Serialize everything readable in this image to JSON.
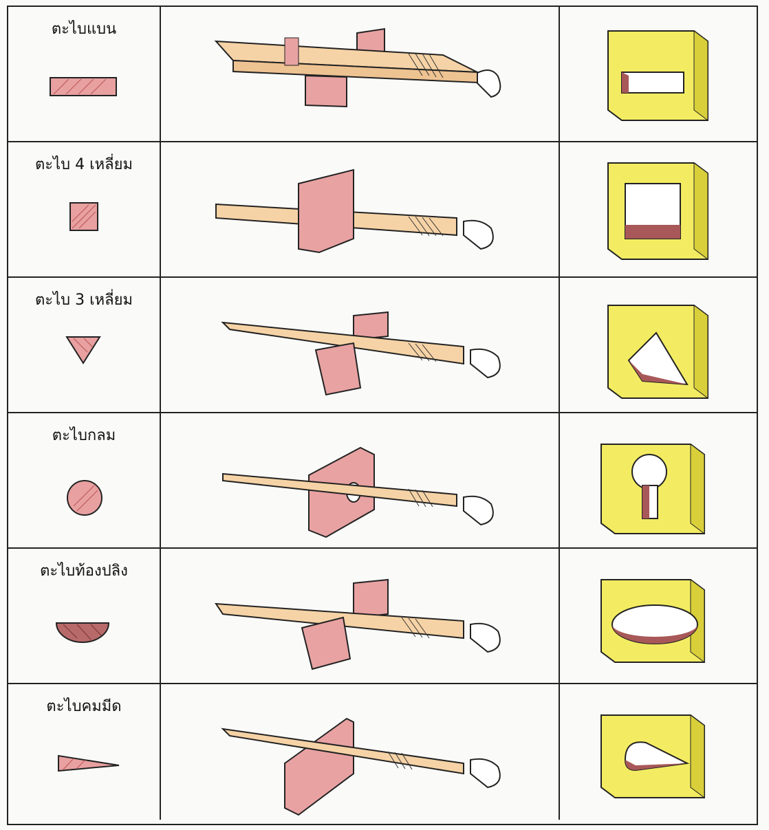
{
  "rows": [
    {
      "label": "ตะไบแบน",
      "profile": "flat"
    },
    {
      "label": "ตะไบ 4 เหลี่ยม",
      "profile": "square"
    },
    {
      "label": "ตะไบ 3 เหลี่ยม",
      "profile": "triangle"
    },
    {
      "label": "ตะไบกลม",
      "profile": "round"
    },
    {
      "label": "ตะไบท้องปลิง",
      "profile": "half-round"
    },
    {
      "label": "ตะไบคมมีด",
      "profile": "knife"
    }
  ],
  "colors": {
    "profile_fill": "#e8a0a0",
    "file_body": "#f6d3a6",
    "work_block": "#e8a2a2",
    "yellow_block": "#f3ec62",
    "line": "#222222"
  }
}
